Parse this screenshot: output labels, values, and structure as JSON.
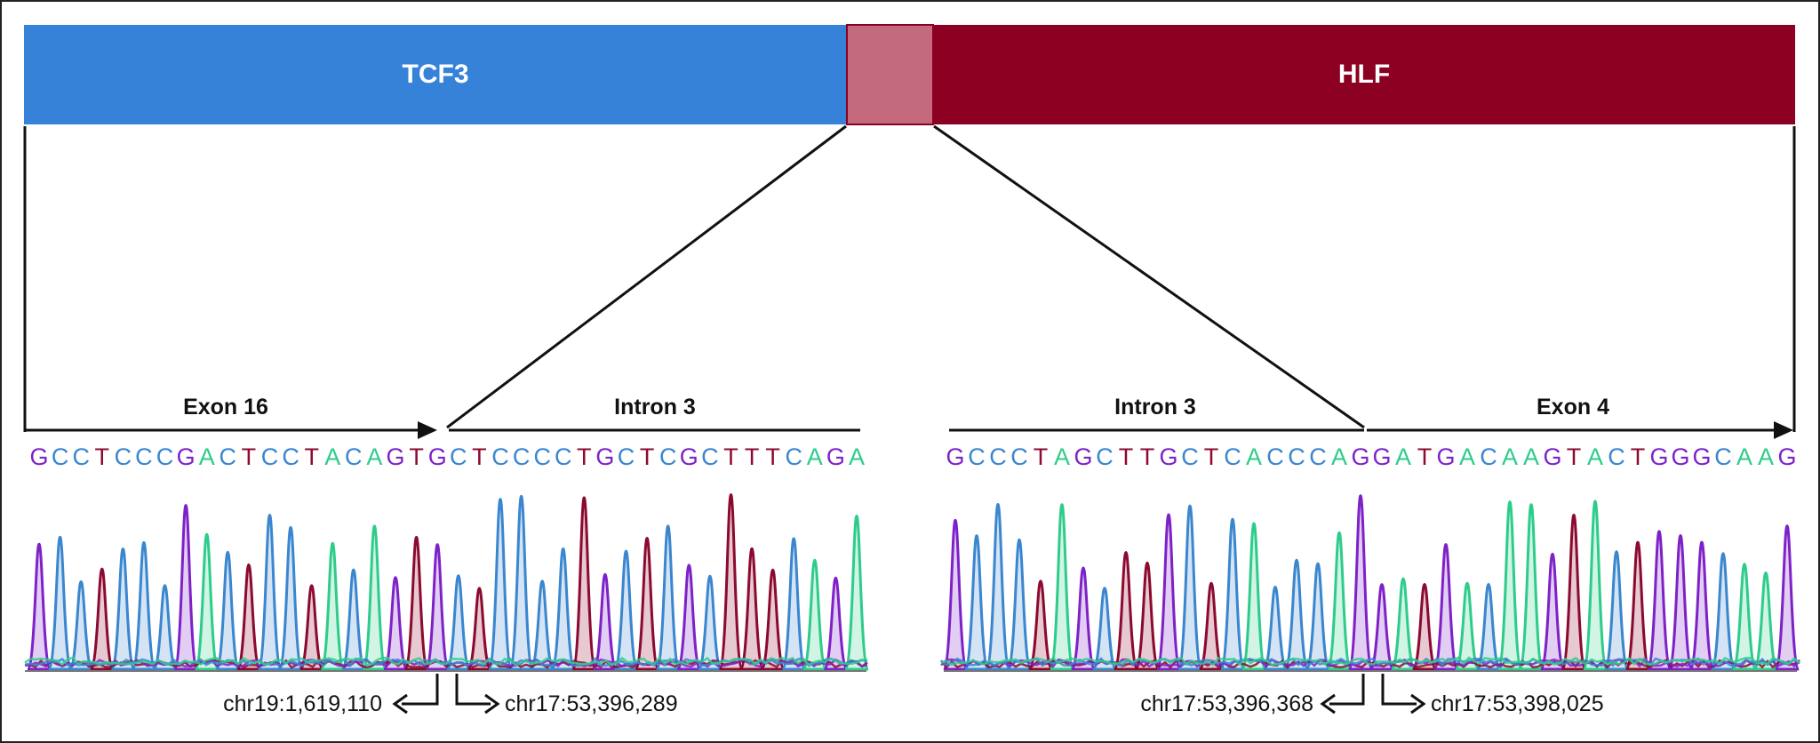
{
  "colors": {
    "tcf3": "#3682d9",
    "hlf": "#8c0021",
    "junction": "#c46a7e",
    "base_A": "#2ecc8a",
    "base_C": "#3a86cf",
    "base_G": "#7e22c8",
    "base_T": "#8c0a2f"
  },
  "genes": {
    "left": "TCF3",
    "right": "HLF"
  },
  "left_panel": {
    "region_left": "Exon 16",
    "region_right": "Intron 3",
    "sequence_left": "GCCTCCCGACTCCTACAGTG",
    "sequence_right": "CTCCCCTGCTCGCTTTCAGA",
    "coord_left": "chr19:1,619,110",
    "coord_right": "chr17:53,396,289"
  },
  "right_panel": {
    "region_left": "Intron 3",
    "region_right": "Exon 4",
    "sequence_left": "GCCCTAGCTTGCTCACCCAG",
    "sequence_right": "GATGACAAGTACTGGGCAAG",
    "coord_left": "chr17:53,396,368",
    "coord_right": "chr17:53,398,025"
  }
}
